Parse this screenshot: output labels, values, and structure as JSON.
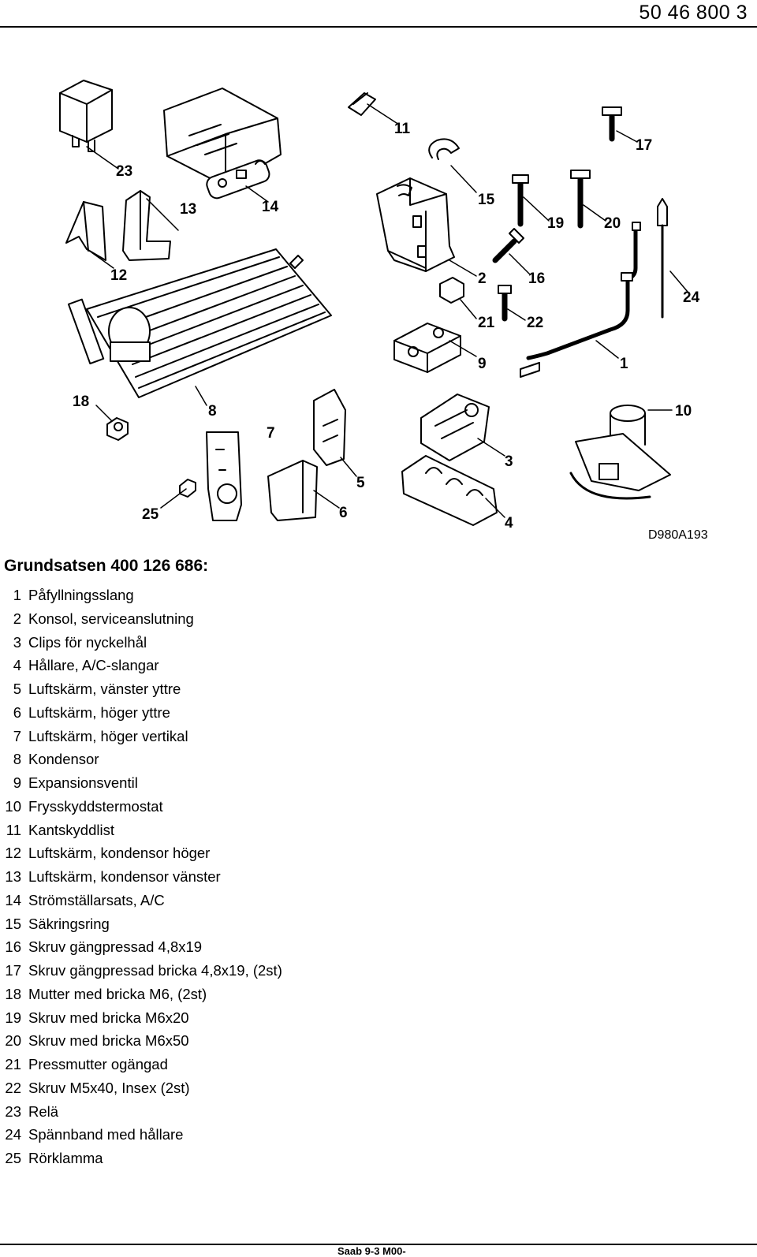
{
  "header": {
    "doc_number": "50 46 800  3"
  },
  "diagram": {
    "figure_ref": "D980A193",
    "callouts": [
      "23",
      "13",
      "14",
      "11",
      "15",
      "17",
      "19",
      "20",
      "12",
      "2",
      "16",
      "24",
      "21",
      "22",
      "9",
      "1",
      "18",
      "8",
      "10",
      "7",
      "3",
      "5",
      "25",
      "6",
      "4"
    ]
  },
  "kit": {
    "title": "Grundsatsen 400 126 686:",
    "parts": [
      {
        "num": "1",
        "name": "Påfyllningsslang"
      },
      {
        "num": "2",
        "name": "Konsol, serviceanslutning"
      },
      {
        "num": "3",
        "name": "Clips för nyckelhål"
      },
      {
        "num": "4",
        "name": "Hållare, A/C-slangar"
      },
      {
        "num": "5",
        "name": "Luftskärm, vänster yttre"
      },
      {
        "num": "6",
        "name": "Luftskärm, höger yttre"
      },
      {
        "num": "7",
        "name": "Luftskärm, höger vertikal"
      },
      {
        "num": "8",
        "name": "Kondensor"
      },
      {
        "num": "9",
        "name": "Expansionsventil"
      },
      {
        "num": "10",
        "name": "Frysskyddstermostat"
      },
      {
        "num": "11",
        "name": "Kantskyddlist"
      },
      {
        "num": "12",
        "name": "Luftskärm, kondensor höger"
      },
      {
        "num": "13",
        "name": "Luftskärm, kondensor vänster"
      },
      {
        "num": "14",
        "name": "Strömställarsats, A/C"
      },
      {
        "num": "15",
        "name": "Säkringsring"
      },
      {
        "num": "16",
        "name": "Skruv gängpressad 4,8x19"
      },
      {
        "num": "17",
        "name": "Skruv gängpressad bricka 4,8x19, (2st)"
      },
      {
        "num": "18",
        "name": "Mutter med bricka M6, (2st)"
      },
      {
        "num": "19",
        "name": "Skruv med bricka M6x20"
      },
      {
        "num": "20",
        "name": "Skruv med bricka M6x50"
      },
      {
        "num": "21",
        "name": "Pressmutter ogängad"
      },
      {
        "num": "22",
        "name": "Skruv M5x40, Insex (2st)"
      },
      {
        "num": "23",
        "name": "Relä"
      },
      {
        "num": "24",
        "name": "Spännband med hållare"
      },
      {
        "num": "25",
        "name": "Rörklamma"
      }
    ]
  },
  "footer": {
    "text": "Saab 9-3 M00-"
  }
}
